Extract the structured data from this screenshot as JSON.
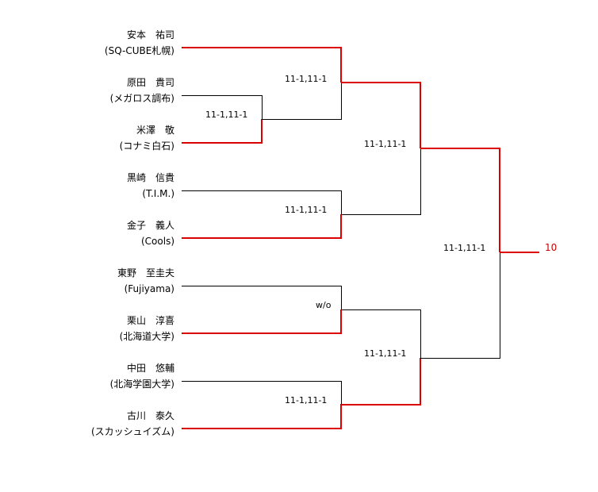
{
  "colors": {
    "line": "#000000",
    "winner_line": "#dd0000",
    "result_text": "#cc0000"
  },
  "players": [
    {
      "name": "安本　祐司",
      "team": "(SQ-CUBE札幌)"
    },
    {
      "name": "原田　貴司",
      "team": "(メガロス調布)"
    },
    {
      "name": "米澤　敬",
      "team": "(コナミ白石)"
    },
    {
      "name": "黒崎　信貴",
      "team": "(T.I.M.)"
    },
    {
      "name": "金子　義人",
      "team": "(Cools)"
    },
    {
      "name": "東野　至圭夫",
      "team": "(Fujiyama)"
    },
    {
      "name": "栗山　淳喜",
      "team": "(北海道大学)"
    },
    {
      "name": "中田　悠輔",
      "team": "(北海学園大学)"
    },
    {
      "name": "古川　泰久",
      "team": "(スカッシュイズム)"
    }
  ],
  "scores": {
    "prelim": "11-1,11-1",
    "r1_m1": "11-1,11-1",
    "r1_m2": "11-1,11-1",
    "r1_m3": "w/o",
    "r1_m4": "11-1,11-1",
    "sf_1": "11-1,11-1",
    "sf_2": "11-1,11-1",
    "final": "11-1,11-1"
  },
  "result": "10"
}
